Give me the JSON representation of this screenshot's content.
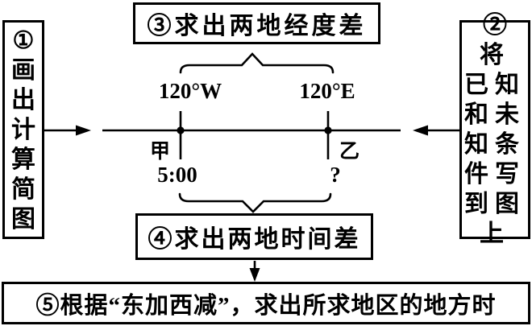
{
  "colors": {
    "ink": "#000000",
    "background": "#ffffff"
  },
  "steps": {
    "step1": {
      "lines": [
        "①",
        "画",
        "出",
        "计",
        "算",
        "简",
        "图"
      ]
    },
    "step2": {
      "lines": [
        "②将",
        "已知",
        "和未",
        "知条",
        "件写",
        "到图",
        "上"
      ]
    },
    "step3": {
      "label": "③求出两地经度差"
    },
    "step4": {
      "label": "④求出两地时间差"
    },
    "step5": {
      "label": "⑤根据“东加西减”，求出所求地区的地方时"
    }
  },
  "number_line": {
    "west_point": {
      "longitude": "120°W",
      "name": "甲",
      "time": "5:00"
    },
    "east_point": {
      "longitude": "120°E",
      "name": "乙",
      "time": "?"
    }
  }
}
